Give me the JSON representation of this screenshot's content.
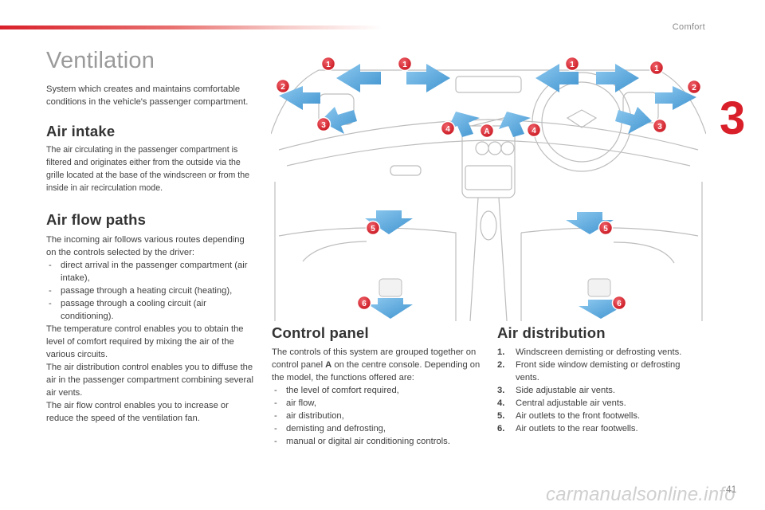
{
  "header": {
    "section": "Comfort",
    "chapter": "3"
  },
  "page_title": "Ventilation",
  "intro": "System which creates and maintains comfortable conditions in the vehicle's passenger compartment.",
  "air_intake": {
    "heading": "Air intake",
    "text": "The air circulating in the passenger compartment is filtered and originates either from the outside via the grille located at the base of the windscreen or from the inside in air recirculation mode."
  },
  "air_flow": {
    "heading": "Air flow paths",
    "intro": "The incoming air follows various routes depending on the controls selected by the driver:",
    "routes": [
      "direct arrival in the passenger compartment (air intake),",
      "passage through a heating circuit (heating),",
      "passage through a cooling circuit (air conditioning)."
    ],
    "paragraphs": [
      "The temperature control enables you to obtain the level of comfort required by mixing the air of the various circuits.",
      "The air distribution control enables you to diffuse the air in the passenger compartment combining several air vents.",
      "The air flow control enables you to increase or reduce the speed of the ventilation fan."
    ]
  },
  "control_panel": {
    "heading": "Control panel",
    "intro_before": "The controls of this system are grouped together on control panel ",
    "intro_label": "A",
    "intro_after": " on the centre console. Depending on the model, the functions offered are:",
    "functions": [
      "the level of comfort required,",
      "air flow,",
      "air distribution,",
      "demisting and defrosting,",
      "manual or digital air conditioning controls."
    ]
  },
  "air_distribution": {
    "heading": "Air distribution",
    "items": [
      {
        "num": "1.",
        "text": "Windscreen demisting or defrosting vents."
      },
      {
        "num": "2.",
        "text": "Front side window demisting or defrosting vents."
      },
      {
        "num": "3.",
        "text": "Side adjustable air vents."
      },
      {
        "num": "4.",
        "text": "Central adjustable air vents."
      },
      {
        "num": "5.",
        "text": "Air outlets to the front footwells."
      },
      {
        "num": "6.",
        "text": "Air outlets to the rear footwells."
      }
    ]
  },
  "diagram_markers": [
    "1",
    "1",
    "1",
    "1",
    "2",
    "2",
    "3",
    "3",
    "4",
    "4",
    "A",
    "5",
    "5",
    "6",
    "6"
  ],
  "colors": {
    "accent": "#d9202a",
    "arrow": "#5aa8dc",
    "line": "#bdbdbd"
  },
  "footer": {
    "page": "41",
    "watermark": "carmanualsonline.info"
  }
}
